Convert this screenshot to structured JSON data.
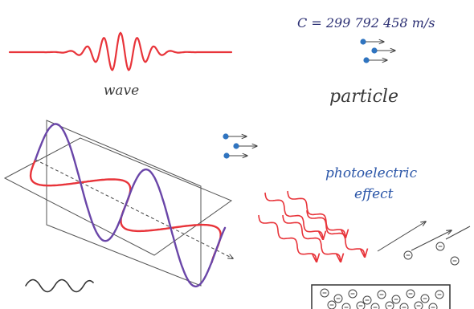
{
  "labels": {
    "speed_of_light": "C = 299 792 458 m/s",
    "wave": "wave",
    "particle": "particle",
    "photoelectric_line1": "photoelectric",
    "photoelectric_line2": "effect"
  },
  "colors": {
    "wave_red": "#e8343a",
    "wave_purple": "#6a46a8",
    "line_gray": "#555555",
    "particle_blue": "#2f74c0",
    "text_navy": "#2b2f73",
    "text_blue": "#2b56a8"
  },
  "icons": {
    "electron": "minus-in-circle",
    "photon": "wavy-arrow"
  }
}
